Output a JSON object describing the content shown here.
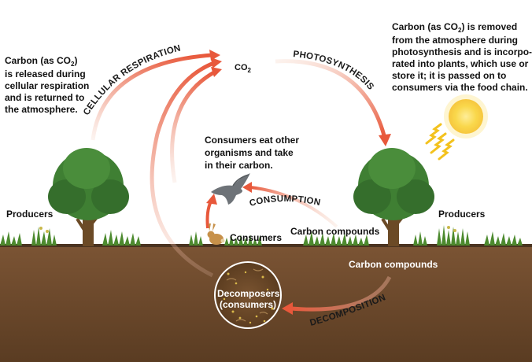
{
  "title_co2": {
    "pre": "CO",
    "sub": "2"
  },
  "left_note": {
    "line1_pre": "Carbon (as CO",
    "line1_sub": "2",
    "line1_post": ")",
    "line2": "is released during",
    "line3": "cellular respiration",
    "line4": "and is returned to",
    "line5": "the atmosphere."
  },
  "right_note": {
    "line1_pre": "Carbon (as CO",
    "line1_sub": "2",
    "line1_post": ") is removed",
    "line2": "from the atmosphere during",
    "line3": "photosynthesis and is incorpo-",
    "line4": "rated into plants, which use or",
    "line5": "store it;  it is passed on to",
    "line6": "consumers via the food chain."
  },
  "consumers_note": {
    "line1": "Consumers eat other",
    "line2": "organisms and take",
    "line3": "in their carbon."
  },
  "process_labels": {
    "cellular_respiration": "CELLULAR RESPIRATION",
    "photosynthesis": "PHOTOSYNTHESIS",
    "consumption": "CONSUMPTION",
    "decomposition": "DECOMPOSITION"
  },
  "labels": {
    "producers_left": "Producers",
    "producers_right": "Producers",
    "consumers": "Consumers",
    "carbon_compounds_ground": "Carbon compounds",
    "carbon_compounds_soil": "Carbon compounds",
    "decomposers_line1": "Decomposers",
    "decomposers_line2": "(consumers)"
  },
  "colors": {
    "sky": "#ffffff",
    "soil": "#6b4a2e",
    "arrow": "#ea6a4c",
    "grass": "#4c8a2e",
    "tree_leaf": "#3f7f33",
    "trunk": "#6b4a26",
    "sun": "#f7c427"
  },
  "icons": [
    "tree-icon",
    "bird-icon",
    "rabbit-icon",
    "sun-icon",
    "sun-ray-icon",
    "grass-icon",
    "decomposer-circle-icon"
  ]
}
